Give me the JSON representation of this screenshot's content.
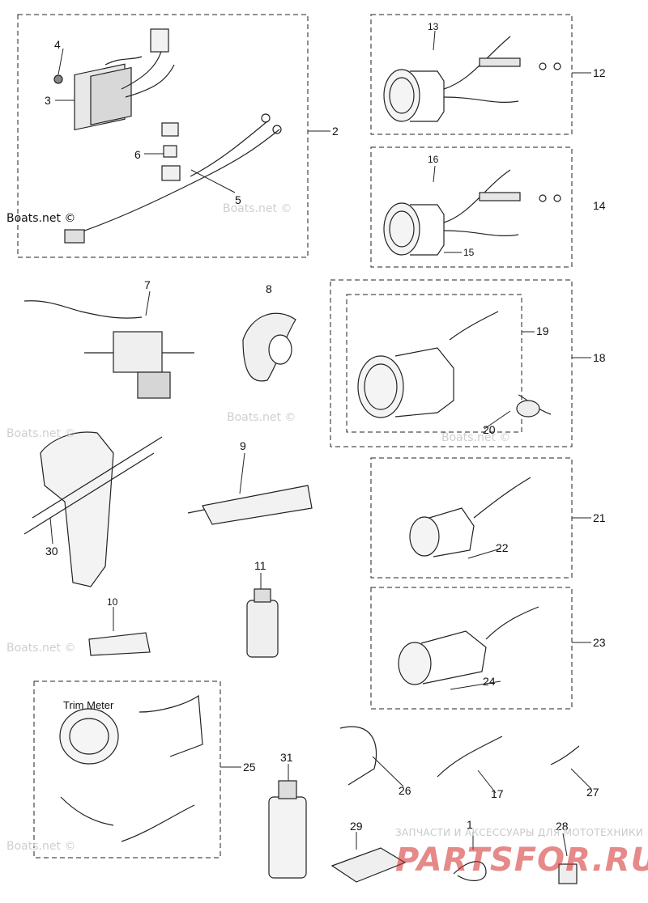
{
  "callouts": {
    "c1": "1",
    "c2": "2",
    "c3": "3",
    "c4": "4",
    "c5": "5",
    "c6": "6",
    "c7": "7",
    "c8": "8",
    "c9": "9",
    "c10": "10",
    "c11": "11",
    "c12": "12",
    "c13": "13",
    "c14": "14",
    "c15": "15",
    "c16": "16",
    "c17": "17",
    "c18": "18",
    "c19": "19",
    "c20": "20",
    "c21": "21",
    "c22": "22",
    "c23": "23",
    "c24": "24",
    "c25": "25",
    "c26": "26",
    "c27": "27",
    "c28": "28",
    "c29": "29",
    "c30": "30",
    "c31": "31"
  },
  "trim_meter_label": "Trim Meter",
  "watermark": "Boats.net ©",
  "brand": {
    "tagline": "ЗАПЧАСТИ И АКСЕССУАРЫ ДЛЯ МОТОТЕХНИКИ",
    "logo": "PARTSFOR.RU"
  },
  "colors": {
    "line": "#222222",
    "watermark": "#cfcfcf",
    "brand": "#d22828"
  }
}
